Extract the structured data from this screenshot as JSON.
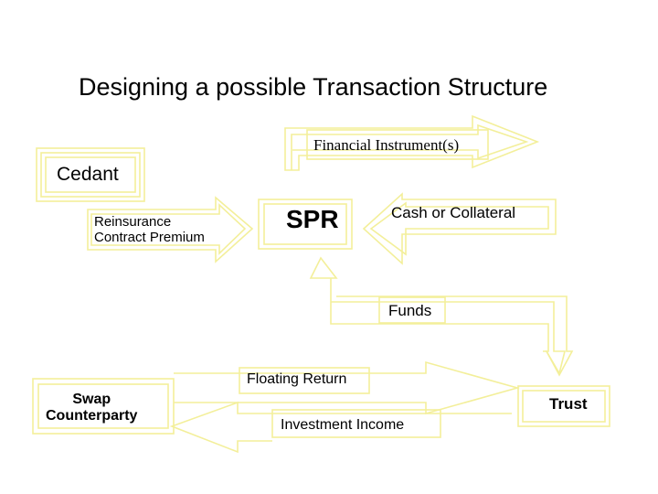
{
  "title": "Designing a possible Transaction Structure",
  "nodes": {
    "cedant": "Cedant",
    "spr": "SPR",
    "swap_line1": "Swap",
    "swap_line2": "Counterparty",
    "trust": "Trust"
  },
  "flows": {
    "financial_instruments": "Financial Instrument(s)",
    "reinsurance_line1": "Reinsurance",
    "reinsurance_line2": "Contract Premium",
    "cash_collateral": "Cash or Collateral",
    "funds": "Funds",
    "floating_return": "Floating Return",
    "investment_income": "Investment Income"
  },
  "colors": {
    "outline": "#f3ef9a",
    "text": "#000000",
    "background": "#ffffff"
  }
}
